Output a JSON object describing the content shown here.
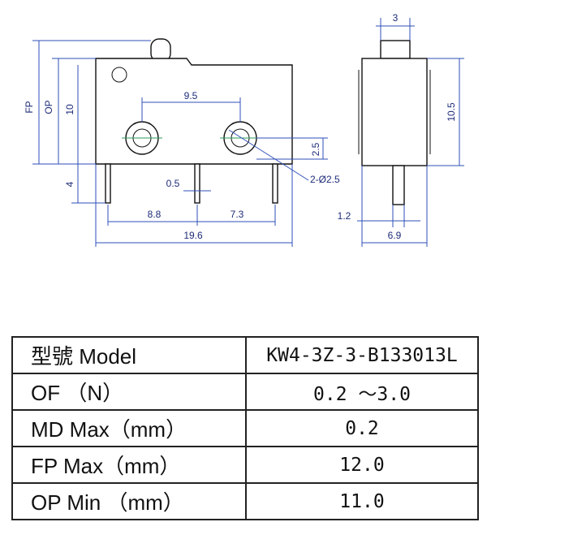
{
  "drawing": {
    "dims": {
      "fp": "FP",
      "op": "OP",
      "h10": "10",
      "h4": "4",
      "w95": "9.5",
      "w05": "0.5",
      "w88": "8.8",
      "w73": "7.3",
      "w196": "19.6",
      "h25": "2.5",
      "hole": "2-Ø2.5",
      "w3": "3",
      "h105": "10.5",
      "w12": "1.2",
      "w69": "6.9"
    }
  },
  "table": {
    "rows": [
      {
        "param": "型號 Model",
        "value": "KW4-3Z-3-B133013L"
      },
      {
        "param": "OF （N）",
        "value": "0.2 ～3.0"
      },
      {
        "param": "MD Max（mm）",
        "value": "0.2"
      },
      {
        "param": "FP Max（mm）",
        "value": "12.0"
      },
      {
        "param": "OP Min （mm）",
        "value": "11.0"
      }
    ]
  }
}
